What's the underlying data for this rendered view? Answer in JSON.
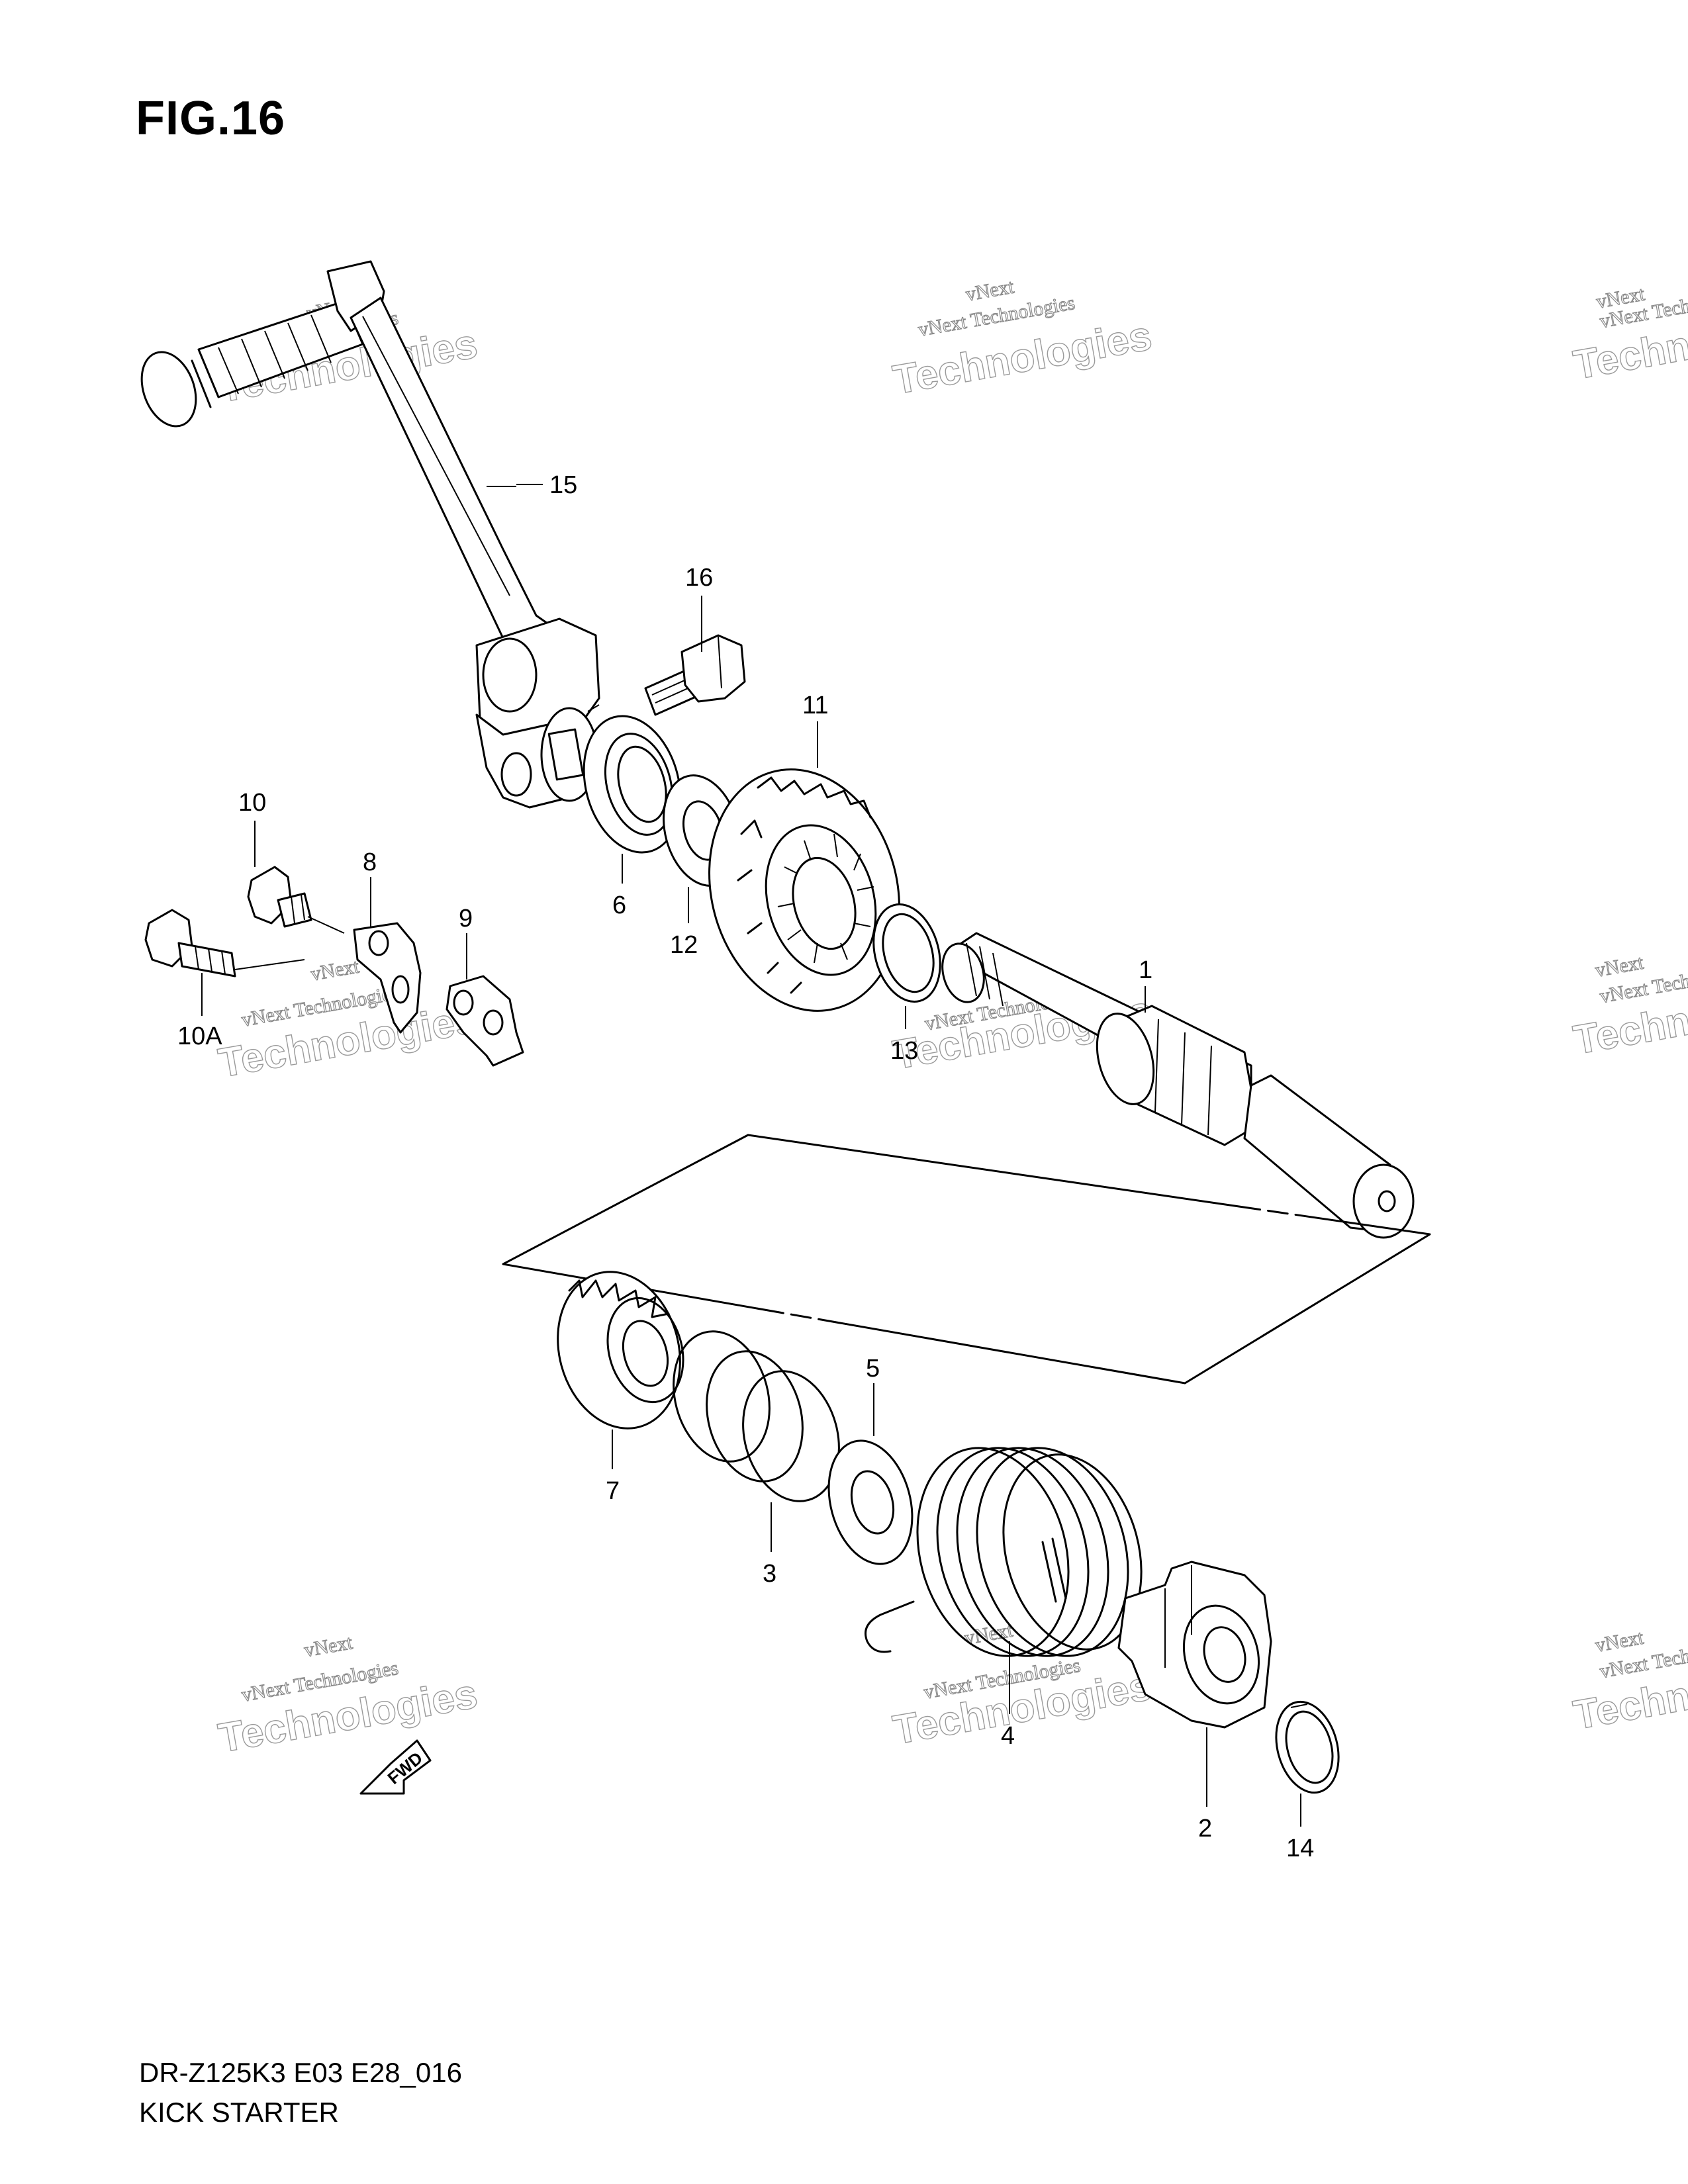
{
  "title": "FIG.16",
  "footer": {
    "code": "DR-Z125K3 E03 E28_016",
    "name": "KICK STARTER"
  },
  "fwd_label": "FWD",
  "watermark": {
    "line1": "vNext Technologies",
    "line2": "Technologies",
    "line0": "vNext"
  },
  "callouts": {
    "p1": "1",
    "p2": "2",
    "p3": "3",
    "p4": "4",
    "p5": "5",
    "p6": "6",
    "p7": "7",
    "p8": "8",
    "p9": "9",
    "p10": "10",
    "p10a": "10A",
    "p11": "11",
    "p12": "12",
    "p13": "13",
    "p14": "14",
    "p15": "15",
    "p16": "16"
  }
}
